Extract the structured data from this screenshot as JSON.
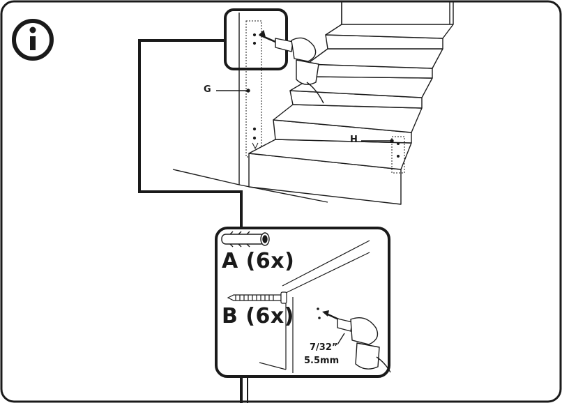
{
  "info_icon": "info-icon",
  "labels": {
    "g": "G",
    "h": "H"
  },
  "parts": {
    "a": "A (6x)",
    "b": "B (6x)"
  },
  "drill_spec": {
    "inch": "7/32”",
    "mm": "5.5mm"
  },
  "colors": {
    "line": "#1a1a1a",
    "background": "#ffffff"
  }
}
